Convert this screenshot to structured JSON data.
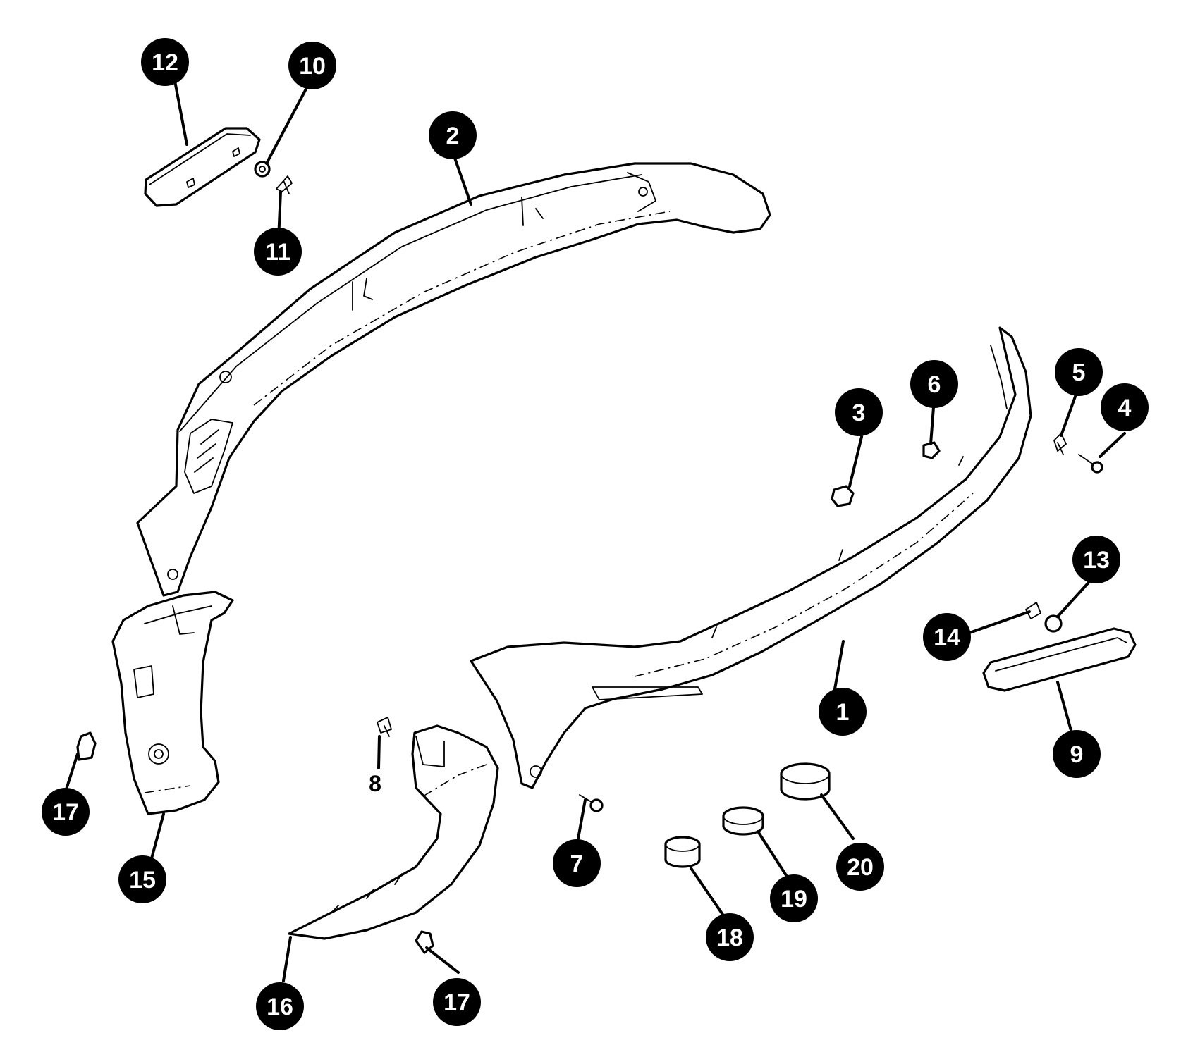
{
  "callouts": {
    "c1": "1",
    "c2": "2",
    "c3": "3",
    "c4": "4",
    "c5": "5",
    "c6": "6",
    "c7": "7",
    "c8": "8",
    "c9": "9",
    "c10": "10",
    "c11": "11",
    "c12": "12",
    "c13": "13",
    "c14": "14",
    "c15": "15",
    "c16": "16",
    "c17a": "17",
    "c17b": "17",
    "c18": "18",
    "c19": "19",
    "c20": "20"
  },
  "colors": {
    "line": "#000000",
    "background": "#ffffff",
    "callout_fill": "#000000",
    "callout_text": "#ffffff"
  }
}
